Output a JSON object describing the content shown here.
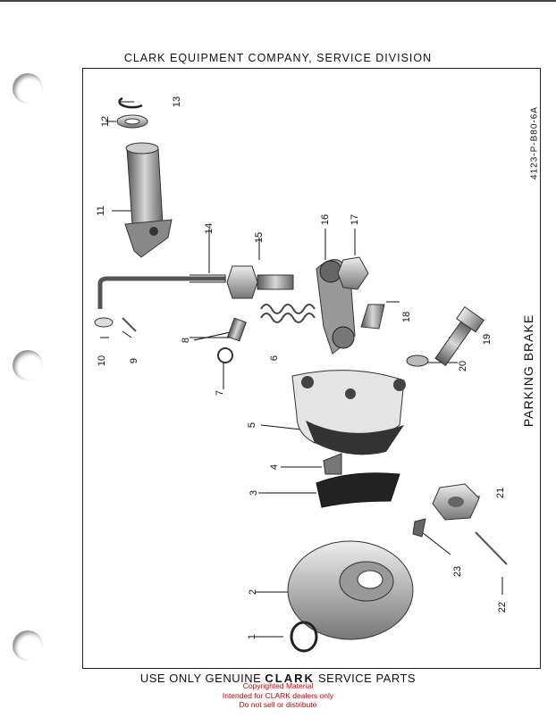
{
  "header": "CLARK EQUIPMENT COMPANY, SERVICE DIVISION",
  "doc_code": "4123-P-B80-6A",
  "section_title": "PARKING BRAKE",
  "footer": {
    "prefix": "USE ONLY GENUINE",
    "brand": "CLARK",
    "suffix": "SERVICE PARTS"
  },
  "copyright": [
    "Copyrighted Material",
    "Intended for CLARK dealers only",
    "Do not sell or distribute"
  ],
  "callouts": [
    "1",
    "2",
    "3",
    "4",
    "5",
    "6",
    "7",
    "8",
    "9",
    "10",
    "11",
    "12",
    "13",
    "14",
    "15",
    "16",
    "17",
    "18",
    "19",
    "20",
    "21",
    "22",
    "23"
  ]
}
